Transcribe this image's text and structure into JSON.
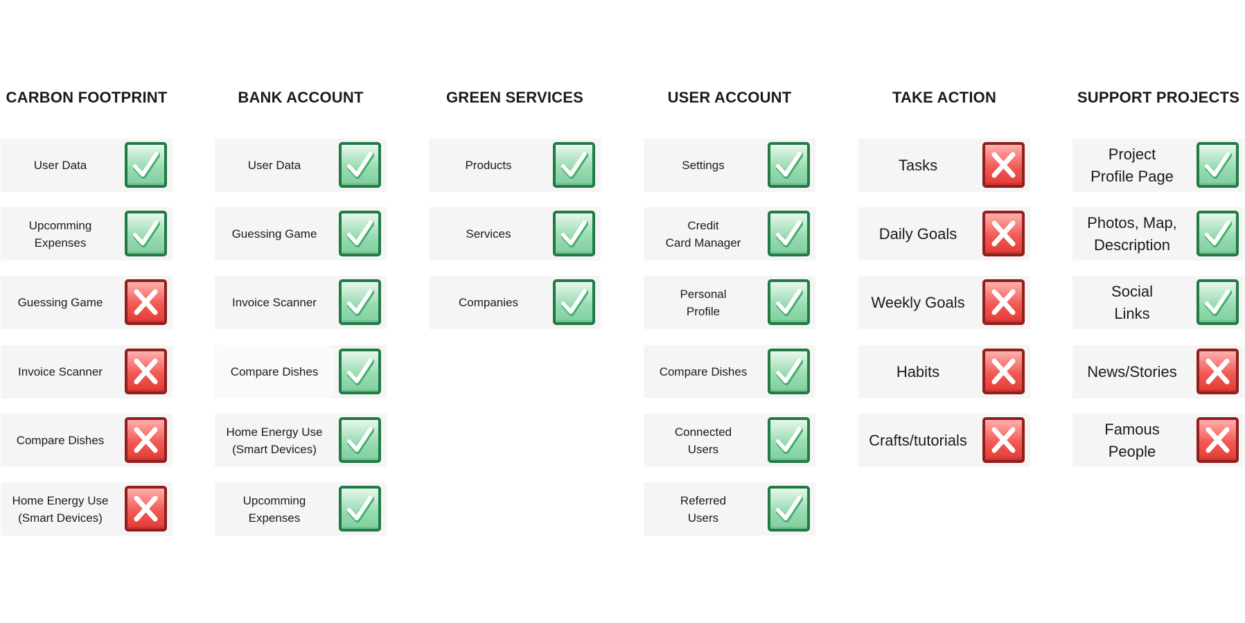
{
  "columns": [
    {
      "title": "CARBON FOOTPRINT",
      "items": [
        {
          "label": "User Data",
          "status": "check"
        },
        {
          "label": "Upcomming\nExpenses",
          "status": "check"
        },
        {
          "label": "Guessing Game",
          "status": "cross"
        },
        {
          "label": "Invoice Scanner",
          "status": "cross"
        },
        {
          "label": "Compare Dishes",
          "status": "cross"
        },
        {
          "label": "Home Energy Use\n(Smart Devices)",
          "status": "cross"
        }
      ]
    },
    {
      "title": "BANK ACCOUNT",
      "items": [
        {
          "label": "User Data",
          "status": "check"
        },
        {
          "label": "Guessing Game",
          "status": "check"
        },
        {
          "label": "Invoice Scanner",
          "status": "check"
        },
        {
          "label": "Compare Dishes",
          "status": "check",
          "highlighted": true
        },
        {
          "label": "Home Energy Use\n(Smart Devices)",
          "status": "check"
        },
        {
          "label": "Upcomming\nExpenses",
          "status": "check"
        }
      ]
    },
    {
      "title": "GREEN SERVICES",
      "items": [
        {
          "label": "Products",
          "status": "check"
        },
        {
          "label": "Services",
          "status": "check"
        },
        {
          "label": "Companies",
          "status": "check"
        }
      ]
    },
    {
      "title": "USER ACCOUNT",
      "items": [
        {
          "label": "Settings",
          "status": "check"
        },
        {
          "label": "Credit\nCard Manager",
          "status": "check"
        },
        {
          "label": "Personal\nProfile",
          "status": "check"
        },
        {
          "label": "Compare Dishes",
          "status": "check"
        },
        {
          "label": "Connected\nUsers",
          "status": "check"
        },
        {
          "label": "Referred\nUsers",
          "status": "check"
        }
      ]
    },
    {
      "title": "TAKE ACTION",
      "large": true,
      "items": [
        {
          "label": "Tasks",
          "status": "cross"
        },
        {
          "label": "Daily Goals",
          "status": "cross"
        },
        {
          "label": "Weekly Goals",
          "status": "cross"
        },
        {
          "label": "Habits",
          "status": "cross"
        },
        {
          "label": "Crafts/tutorials",
          "status": "cross"
        }
      ]
    },
    {
      "title": "SUPPORT PROJECTS",
      "large": true,
      "items": [
        {
          "label": "Project\nProfile Page",
          "status": "check"
        },
        {
          "label": "Photos, Map,\nDescription",
          "status": "check"
        },
        {
          "label": "Social\nLinks",
          "status": "check"
        },
        {
          "label": "News/Stories",
          "status": "cross"
        },
        {
          "label": "Famous\nPeople",
          "status": "cross"
        }
      ]
    }
  ],
  "icons": {
    "check": "check-mark-icon",
    "cross": "cross-mark-icon"
  },
  "colors": {
    "check_border": "#1f7a44",
    "check_fill": "#9bdcb3",
    "cross_border": "#8e1f1c",
    "cross_fill": "#f25a55",
    "row_background": "#f6f5f5"
  }
}
